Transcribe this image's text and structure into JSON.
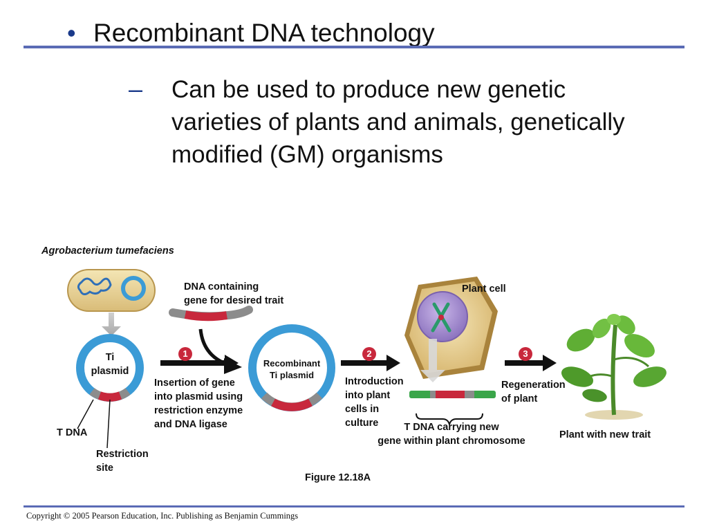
{
  "slide": {
    "bullet": "•",
    "title": "Recombinant DNA technology",
    "sub_bullet": "–",
    "sub_text": "Can be used to produce new genetic varieties of plants and animals, genetically modified (GM) organisms"
  },
  "figure": {
    "organism": "Agrobacterium tumefaciens",
    "dna_label": "DNA containing\ngene for desired trait",
    "ti_plasmid": "Ti\nplasmid",
    "t_dna": "T DNA",
    "restriction_site": "Restriction\nsite",
    "recombinant": "Recombinant\nTi plasmid",
    "plant_cell": "Plant cell",
    "step1_num": "1",
    "step1_text": "Insertion of gene\ninto plasmid using\nrestriction enzyme\nand DNA ligase",
    "step2_num": "2",
    "step2_text": "Introduction\ninto plant\ncells in\nculture",
    "step3_num": "3",
    "step3_text": "Regeneration\nof plant",
    "t_dna_new": "T DNA carrying new\ngene within plant chromosome",
    "plant_new_trait": "Plant with new trait",
    "caption": "Figure 12.18A",
    "colors": {
      "plasmid": "#3b9bd6",
      "insert": "#c8283c",
      "gray": "#8c8c8c",
      "arrow": "#111111",
      "step_badge": "#c8283c",
      "green": "#3aa64a"
    }
  },
  "footer": "Copyright © 2005 Pearson Education, Inc. Publishing as Benjamin Cummings"
}
